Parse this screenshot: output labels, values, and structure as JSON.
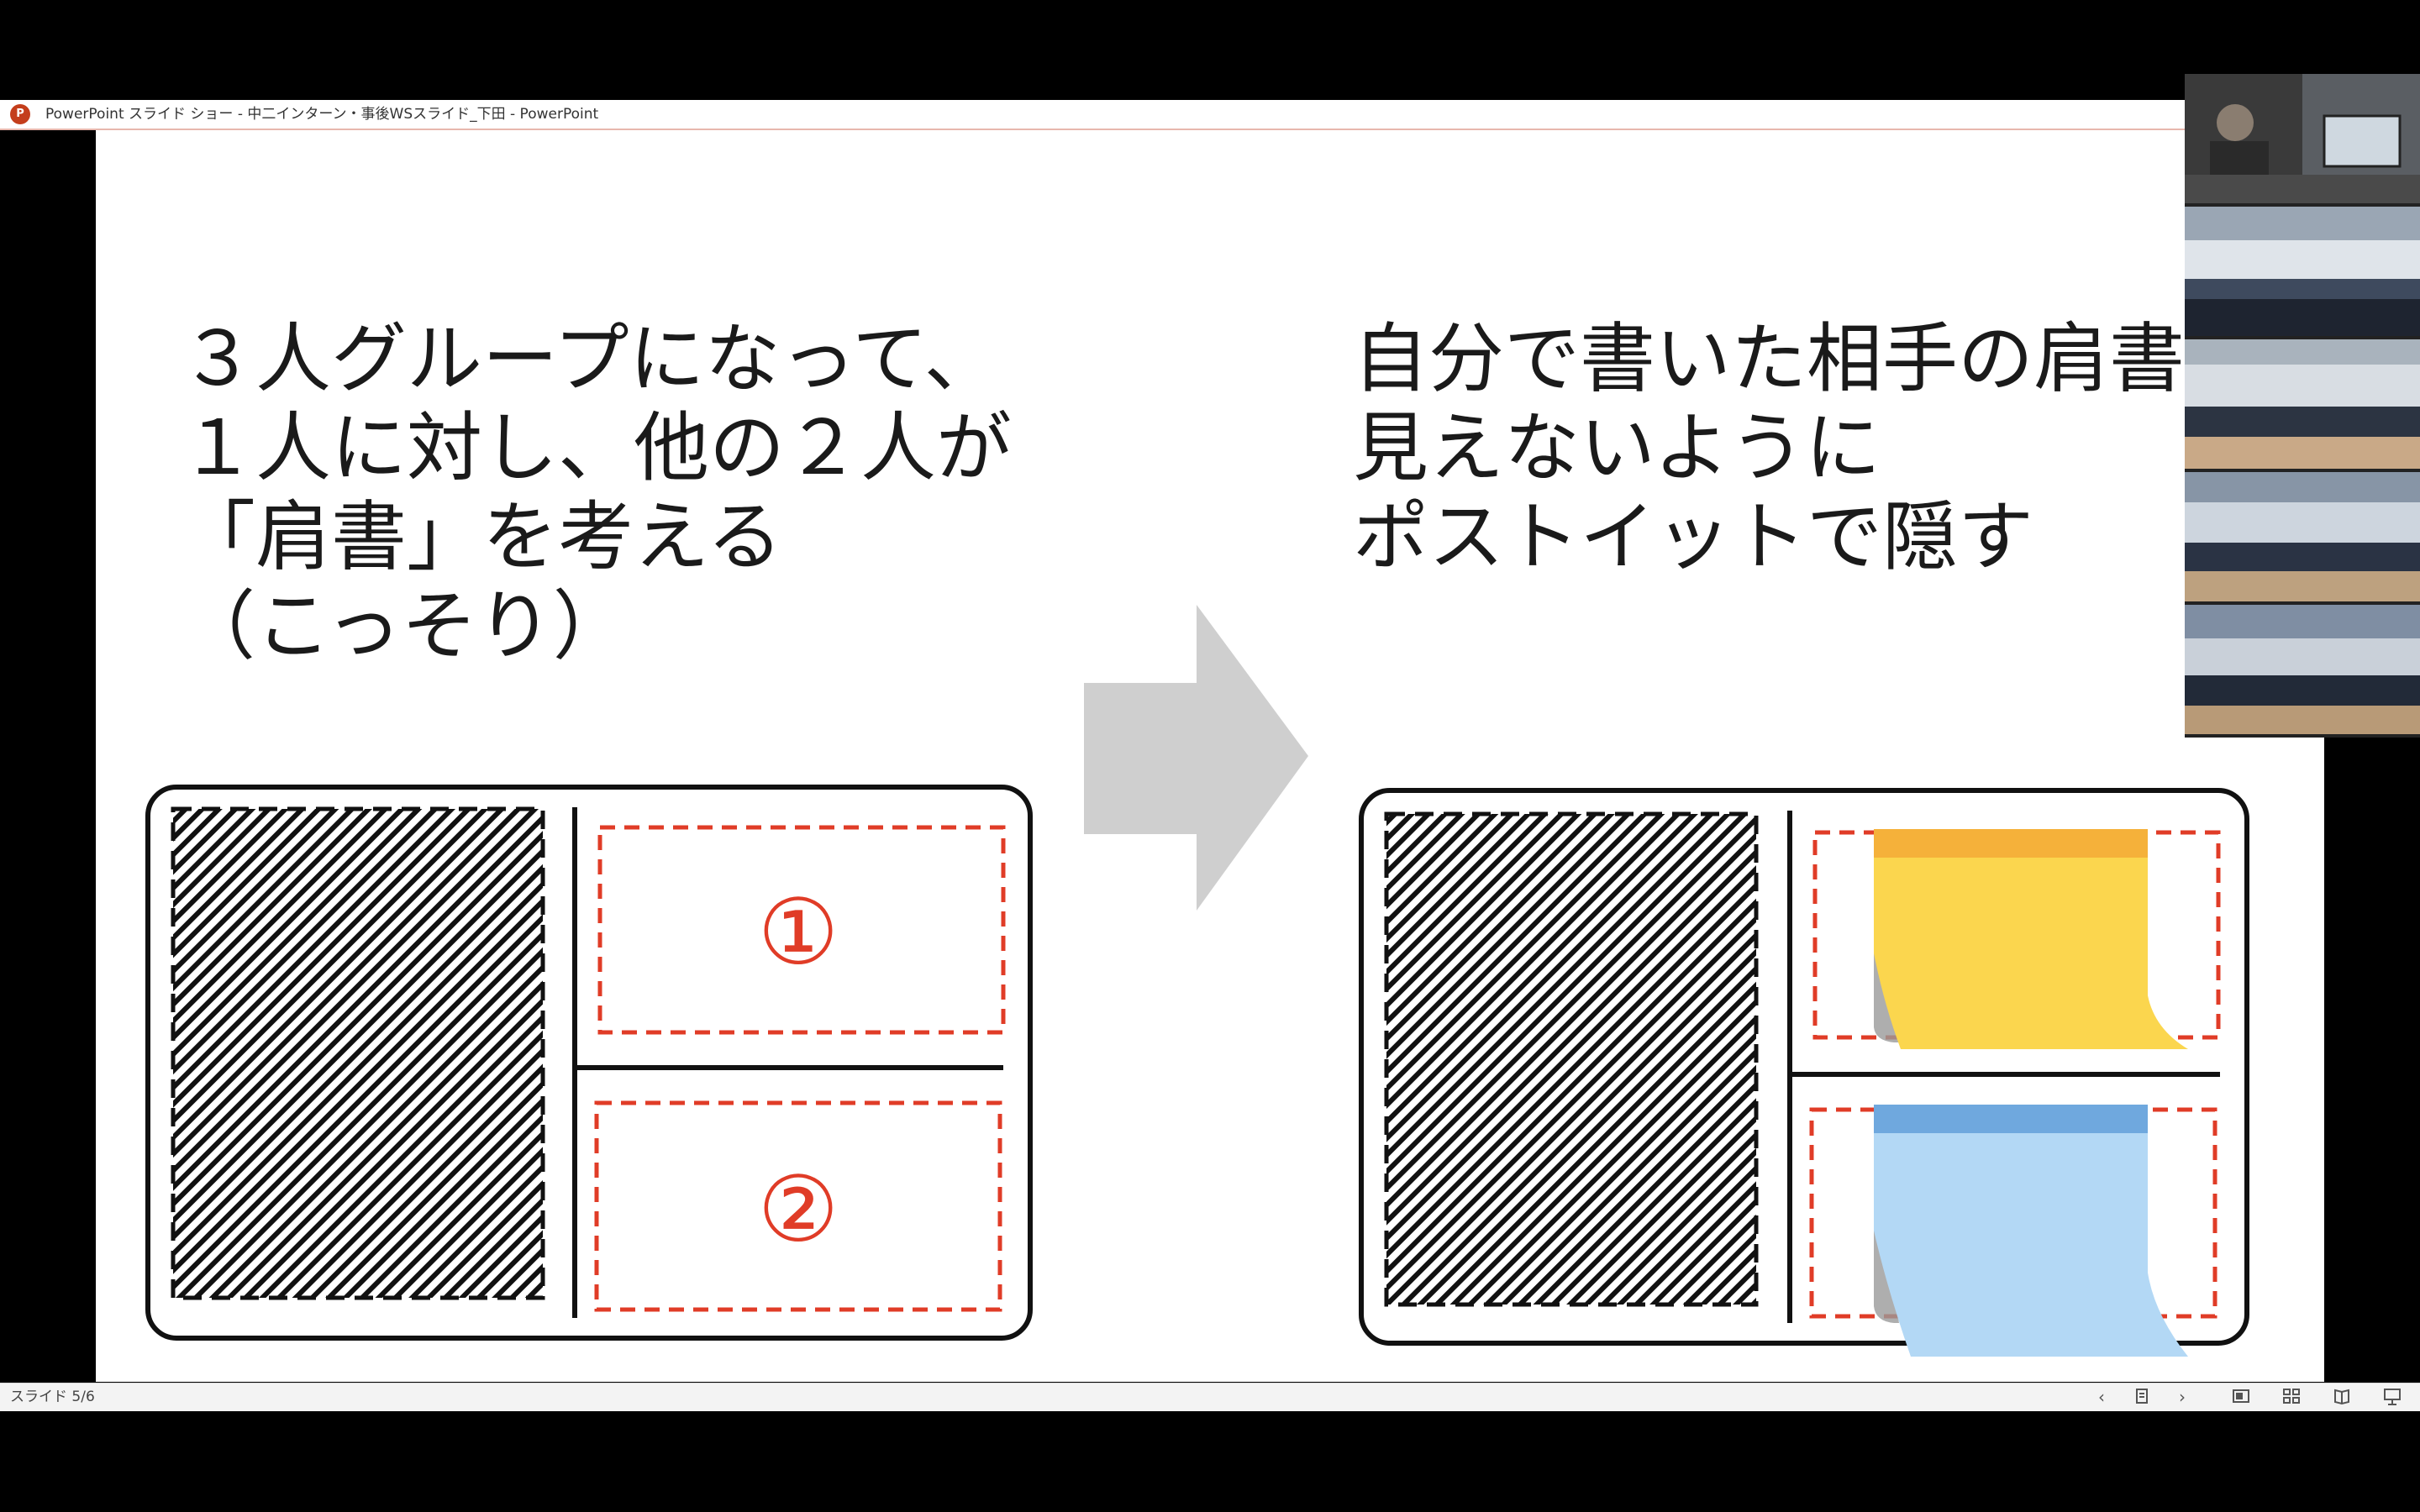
{
  "window": {
    "title": "PowerPoint スライド ショー  -  中二インターン・事後WSスライド_下田 - PowerPoint",
    "app_icon_letter": "P"
  },
  "slide": {
    "left_heading": "３人グループになって、\n１人に対し、他の２人が\n「肩書」を考える\n（こっそり）",
    "right_heading": "自分で書いた相手の肩書が\n見えないように\nポストイットで隠す",
    "box_labels": [
      "①",
      "②"
    ],
    "colors": {
      "accent_red": "#e03c27",
      "arrow_gray": "#cfcfcf",
      "sticky_yellow": "#fbd64e",
      "sticky_yellow_strip": "#f5b13a",
      "sticky_blue": "#b3d8f5",
      "sticky_blue_strip": "#6fa8de"
    }
  },
  "status_bar": {
    "slide_counter": "スライド 5/6",
    "buttons": [
      "previous-slide",
      "slide-menu",
      "next-slide",
      "normal-view",
      "slide-sorter-view",
      "reading-view",
      "slide-show-view"
    ]
  },
  "video_panel": {
    "tiles": [
      "presenter-room",
      "gym-view-1",
      "gym-view-2",
      "gym-view-3",
      "gym-view-4"
    ]
  }
}
